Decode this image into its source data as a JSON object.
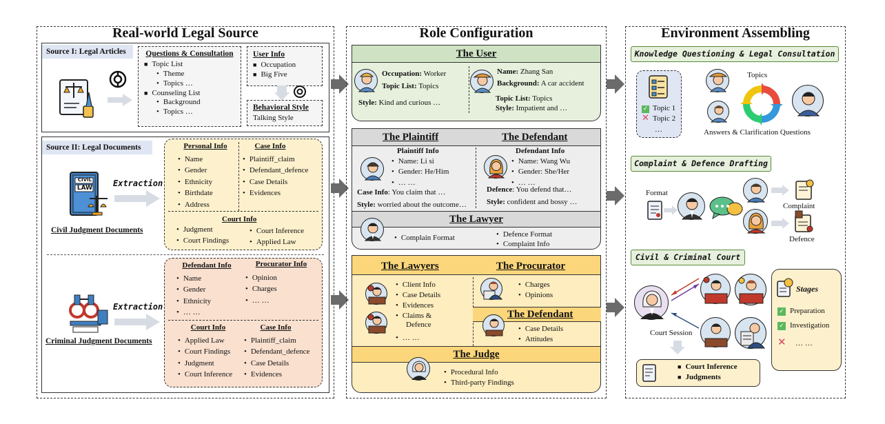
{
  "panels": {
    "source": "Real-world Legal Source",
    "role": "Role Configuration",
    "env": "Environment Assembling"
  },
  "source1": {
    "label": "Source I: Legal Articles",
    "qc_title": "Questions & Consultation",
    "qc_items": [
      "Topic List",
      "Theme",
      "Topics …",
      "Counseling List",
      "Background",
      "Topics …"
    ],
    "userinfo_title": "User Info",
    "userinfo_items": [
      "Occupation",
      "Big Five"
    ],
    "behav_title": "Behavioral Style",
    "behav_item": "Talking Style"
  },
  "source2": {
    "label": "Source II: Legal Documents",
    "extraction": "Extraction",
    "civil_caption": "Civil Judgment Documents",
    "book_text1": "CIVIL",
    "book_text2": "LAW",
    "personal_title": "Personal Info",
    "personal_items": [
      "Name",
      "Gender",
      "Ethnicity",
      "Birthdate",
      "Address"
    ],
    "case_title": "Case Info",
    "case_items": [
      "Plaintiff_claim",
      "Defendant_defence",
      "Case Details",
      "Evidences"
    ],
    "court_title": "Court Info",
    "court_left": [
      "Judgment",
      "Court Findings"
    ],
    "court_right": [
      "Court Inference",
      "Applied Law"
    ],
    "criminal_caption": "Criminal Judgment Documents",
    "def_title": "Defendant Info",
    "def_items": [
      "Name",
      "Gender",
      "Ethnicity",
      "… …"
    ],
    "proc_title": "Procurator Info",
    "proc_items": [
      "Opinion",
      "Charges",
      "… …"
    ],
    "court2_title": "Court Info",
    "court2_items": [
      "Applied Law",
      "Court Findings",
      "Judgment",
      "Court Inference"
    ],
    "case2_title": "Case Info",
    "case2_items": [
      "Plaintiff_claim",
      "Defendant_defence",
      "Case Details",
      "Evidences"
    ]
  },
  "user_card": {
    "title": "The User",
    "occ_label": "Occupation:",
    "occ_val": " Worker",
    "topic_label": "Topic List:",
    "topic_val": " Topics",
    "style_label": "Style:",
    "style_val": " Kind and curious …",
    "name_label": "Name:",
    "name_val": " Zhang San",
    "bg_label": "Background:",
    "bg_val": " A car accident",
    "topic2_label": "Topic List:",
    "topic2_val": " Topics",
    "style2_label": "Style:",
    "style2_val": " Impatient and …"
  },
  "civil_card": {
    "plaintiff_title": "The Plaintiff",
    "defendant_title": "The Defendant",
    "p_info": "Plaintiff Info",
    "p_items": [
      "Name: Li si",
      "Gender: He/Him",
      "… …"
    ],
    "p_case_label": "Case Info",
    "p_case_val": ": You claim that …",
    "p_style_label": "Style:",
    "p_style_val": " worried about the outcome…",
    "d_info": "Defendant Info",
    "d_items": [
      "Name: Wang Wu",
      "Gender: She/Her",
      "… …"
    ],
    "d_def_label": "Defence",
    "d_def_val": ": You defend that…",
    "d_style_label": "Style:",
    "d_style_val": " confident and bossy …",
    "lawyer_title": "The Lawyer",
    "lawyer_left": "Complain Format",
    "lawyer_right": [
      "Defence Format",
      "Complaint Info"
    ]
  },
  "court_card": {
    "lawyers_title": "The Lawyers",
    "lawyers_items": [
      "Client Info",
      "Case Details",
      "Evidences",
      "Claims &",
      "Defence",
      "… …"
    ],
    "proc_title": "The Procurator",
    "proc_items": [
      "Charges",
      "Opinions"
    ],
    "def_title": "The Defendant",
    "def_items": [
      "Case Details",
      "Attitudes"
    ],
    "judge_title": "The Judge",
    "judge_items": [
      "Procedural Info",
      "Third-party Findings"
    ]
  },
  "env": {
    "tag1": "Knowledge Questioning & Legal Consultation",
    "topic1": "Topic 1",
    "topic2": "Topic 2",
    "topic_more": "…",
    "topics_label": "Topics",
    "answers_label": "Answers & Clarification Questions",
    "tag2": "Complaint & Defence Drafting",
    "format_label": "Format",
    "complaint_label": "Complaint",
    "defence_label": "Defence",
    "tag3": "Civil & Criminal Court",
    "court_session": "Court Session",
    "result_items": [
      "Court Inference",
      "Judgments"
    ],
    "stages_title": "Stages",
    "stages": [
      "Preparation",
      "Investigation",
      "… …"
    ]
  },
  "colors": {
    "green_title": "#cfe3c4",
    "green_body": "#e6f0dc",
    "gray_title": "#d9d9d9",
    "gray_body": "#eeeeee",
    "yellow_title": "#fbd67a",
    "yellow_body": "#fdedbf",
    "cream": "#fdf1cd",
    "peach": "#f9e0cf",
    "blue_label": "#dfe5f3",
    "arrow": "#6b6b6b"
  }
}
